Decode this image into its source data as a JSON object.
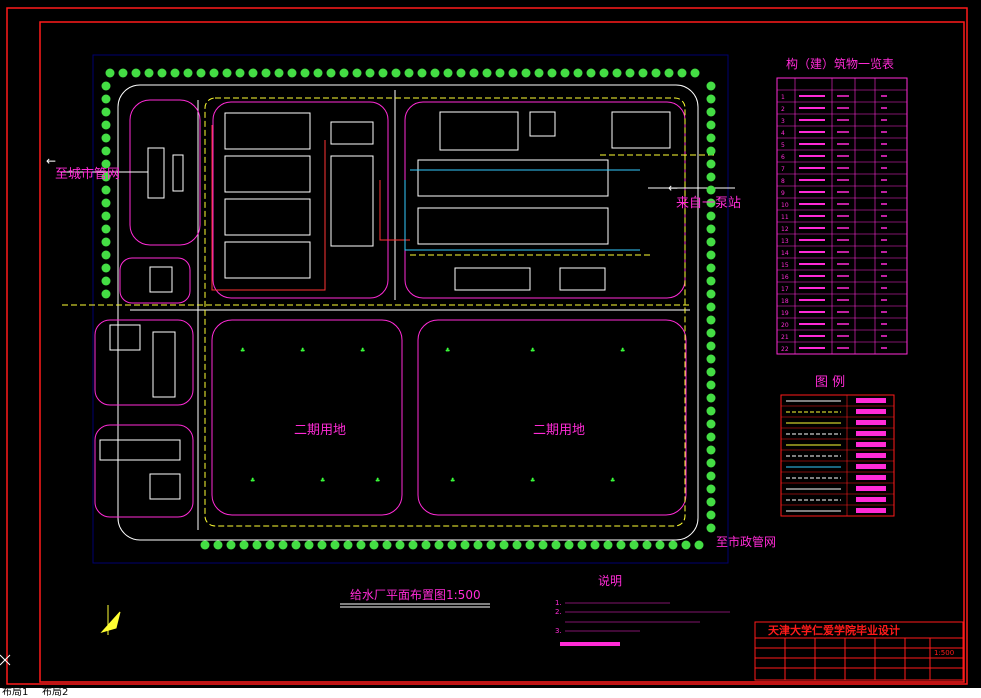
{
  "drawing": {
    "colors": {
      "frame": "#ff1a1a",
      "magenta": "#ff2bd6",
      "white": "#ffffff",
      "yellow": "#ffff33",
      "green": "#39ff39",
      "red": "#ff3333",
      "cyan": "#33ccff",
      "darkblue": "#000070",
      "tree": "#44dd44"
    },
    "labels": {
      "to_city_pipe": "至城市管网",
      "from_pump_station": "来自一泵站",
      "phase2_left": "二期用地",
      "phase2_right": "二期用地",
      "to_municipal_pipe": "至市政管网",
      "plan_title": "给水厂平面布置图1:500"
    },
    "notes": {
      "title": "说明",
      "items": [
        "1.",
        "2.",
        "3."
      ]
    },
    "buildings_table": {
      "title": "构（建）筑物一览表",
      "rows": [
        "1",
        "2",
        "3",
        "4",
        "5",
        "6",
        "7",
        "8",
        "9",
        "10",
        "11",
        "12",
        "13",
        "14",
        "15",
        "16",
        "17",
        "18",
        "19",
        "20",
        "21",
        "22"
      ]
    },
    "legend": {
      "title": "图    例"
    },
    "title_block": {
      "school": "天津大学仁爱学院毕业设计",
      "scale": "1:500"
    }
  },
  "tabs": [
    "布局1",
    "布局2"
  ]
}
